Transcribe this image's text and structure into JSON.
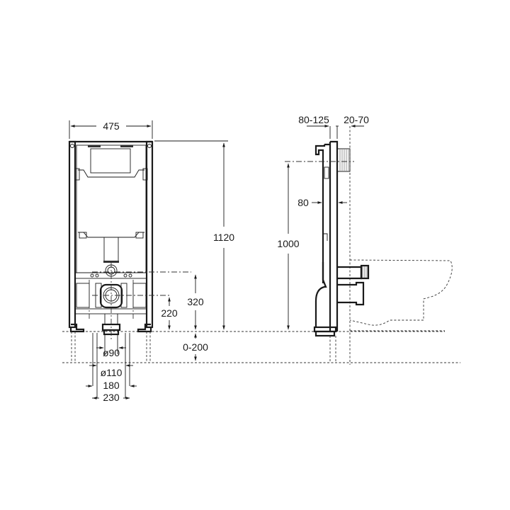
{
  "diagram": {
    "type": "technical-drawing",
    "subject": "concealed WC installation frame",
    "views": [
      {
        "name": "front-view",
        "dimensions": {
          "frame_width": "475",
          "frame_height": "1120",
          "inlet_height": "320",
          "outlet_height": "220",
          "floor_adjust": "0-200",
          "drain_diameter_small": "ø90",
          "drain_diameter_large": "ø110",
          "bolt_spacing_inner": "180",
          "bolt_spacing_outer": "230"
        }
      },
      {
        "name": "side-view",
        "dimensions": {
          "wall_depth": "80-125",
          "adjust_depth": "20-70",
          "frame_depth": "80",
          "flush_height": "1000"
        }
      }
    ],
    "colors": {
      "line": "#1a1a1a",
      "background": "#ffffff"
    }
  }
}
